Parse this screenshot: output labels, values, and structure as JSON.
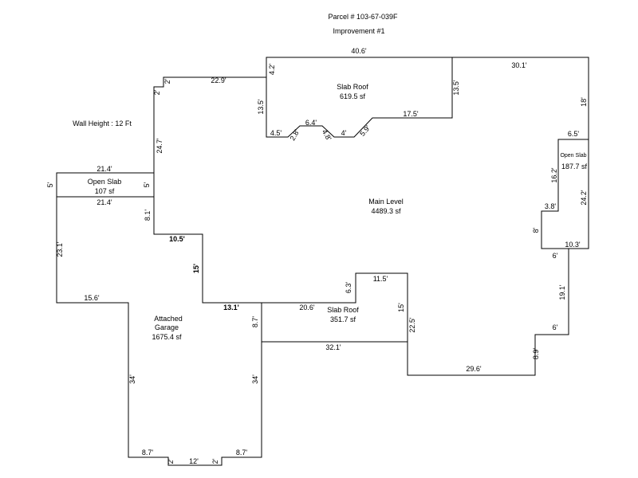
{
  "header": {
    "parcel": "Parcel # 103-67-039F",
    "improvement": "Improvement #1"
  },
  "wall_height": "Wall Height : 12 Ft",
  "areas": {
    "slab_roof_top": {
      "name": "Slab Roof",
      "area": "619.5 sf"
    },
    "open_slab_right": {
      "name": "Open Slab",
      "area": "187.7 sf"
    },
    "open_slab_left": {
      "name": "Open Slab",
      "area": "107 sf"
    },
    "main_level": {
      "name": "Main Level",
      "area": "4489.3 sf"
    },
    "slab_roof_bottom": {
      "name": "Slab Roof",
      "area": "351.7 sf"
    },
    "garage": {
      "name1": "Attached",
      "name2": "Garage",
      "area": "1675.4 sf"
    }
  },
  "dimensions": {
    "d_40_6": "40.6'",
    "d_30_1": "30.1'",
    "d_4_2": "4.2'",
    "d_22_9": "22.9'",
    "d_2_top": "2'",
    "d_2_side": "2'",
    "d_13_5_left": "13.5'",
    "d_13_5_right": "13.5'",
    "d_18": "18'",
    "d_17_5": "17.5'",
    "d_4_5": "4.5'",
    "d_6_4": "6.4'",
    "d_2_8": "2.8'",
    "d_4_8": "4.8'",
    "d_4": "4'",
    "d_5_9": "5.9'",
    "d_6_5": "6.5'",
    "d_24_7": "24.7'",
    "d_21_4_top": "21.4'",
    "d_21_4_bottom": "21.4'",
    "d_5_left": "5'",
    "d_5_right": "5'",
    "d_16_2": "16.2'",
    "d_24_2": "24.2'",
    "d_3_8": "3.8'",
    "d_8": "8'",
    "d_10_3": "10.3'",
    "d_6_a": "6'",
    "d_19_1": "19.1'",
    "d_6_b": "6'",
    "d_8_9": "8.9'",
    "d_8_1": "8.1'",
    "d_10_5": "10.5'",
    "d_23_1": "23.1'",
    "d_15": "15'",
    "d_11_5": "11.5'",
    "d_6_3": "6.3'",
    "d_13_1": "13.1'",
    "d_20_6": "20.6'",
    "d_15_b": "15'",
    "d_22_5": "22.5'",
    "d_15_6": "15.6'",
    "d_8_7_side": "8.7'",
    "d_32_1": "32.1'",
    "d_29_6": "29.6'",
    "d_34_left": "34'",
    "d_34_right": "34'",
    "d_8_7_bl": "8.7'",
    "d_8_7_br": "8.7'",
    "d_2_bl": "2'",
    "d_12": "12'",
    "d_2_br": "2'"
  }
}
